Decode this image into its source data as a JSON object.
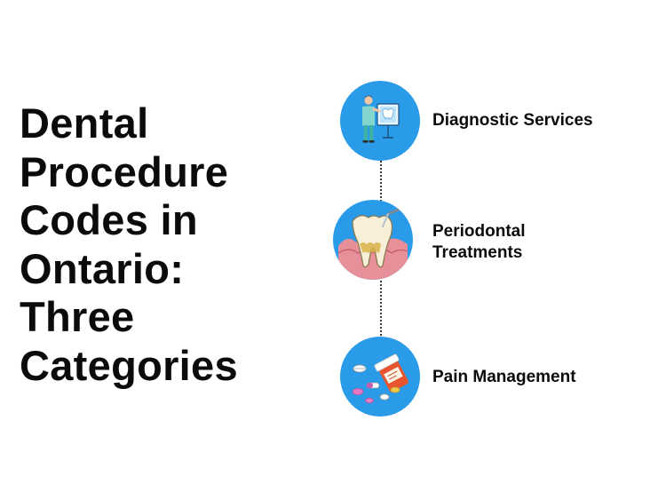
{
  "title": {
    "lines": [
      "Dental",
      "Procedure",
      "Codes in",
      "Ontario:",
      "Three",
      "Categories"
    ]
  },
  "categories": [
    {
      "label_lines": [
        "Diagnostic Services"
      ],
      "icon": "doctor-xray-icon"
    },
    {
      "label_lines": [
        "Periodontal",
        "Treatments"
      ],
      "icon": "tooth-gum-icon"
    },
    {
      "label_lines": [
        "Pain Management"
      ],
      "icon": "pill-bottle-icon"
    }
  ],
  "colors": {
    "circle": "#2a9be8",
    "text": "#0b0b0b",
    "connector": "#3a3a3a"
  }
}
